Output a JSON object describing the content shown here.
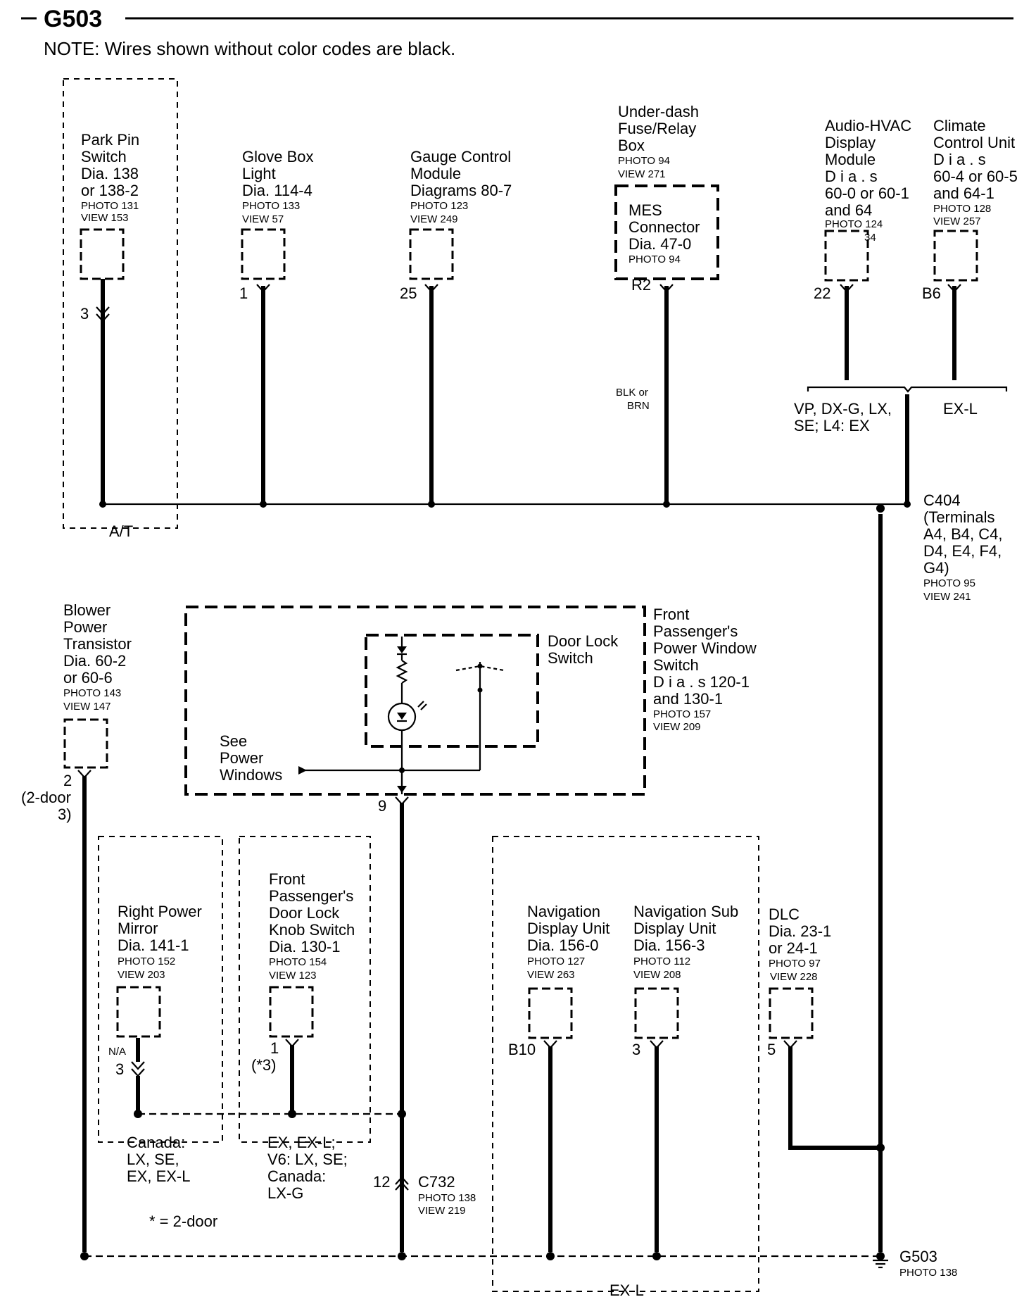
{
  "title": "G503",
  "note": "NOTE: Wires shown without color codes are black.",
  "components": {
    "park_pin_switch": {
      "lines": [
        "Park Pin",
        "Switch",
        "Dia. 138",
        "or 138-2"
      ],
      "small": [
        "PHOTO 131",
        "VIEW 153"
      ],
      "pin": "3",
      "group": "A/T"
    },
    "glove_box_light": {
      "lines": [
        "Glove Box",
        "Light",
        "Dia. 114-4"
      ],
      "small": [
        "PHOTO 133",
        "VIEW 57"
      ],
      "pin": "1"
    },
    "gauge_control_module": {
      "lines": [
        "Gauge Control",
        "Module",
        "Diagrams  80-7"
      ],
      "small": [
        "PHOTO 123",
        "VIEW 249"
      ],
      "pin": "25"
    },
    "under_dash_fuse_box": {
      "lines": [
        "Under-dash",
        "Fuse/Relay",
        "Box"
      ],
      "small": [
        "PHOTO 94",
        "VIEW 271"
      ]
    },
    "mes_connector": {
      "lines": [
        "MES",
        "Connector",
        "Dia. 47-0"
      ],
      "small": [
        "PHOTO 94"
      ],
      "pin": "R2",
      "wire_color": [
        "BLK or",
        "BRN"
      ]
    },
    "audio_hvac_display_module": {
      "lines": [
        "Audio-HVAC",
        "Display",
        "Module",
        "D i a .   s",
        "60-0 or 60-1",
        "and 64"
      ],
      "small": [
        "PHOTO 124"
      ],
      "extra": "34",
      "pin": "22"
    },
    "climate_control_unit": {
      "lines": [
        "Climate",
        "Control Unit",
        "D i a .   s",
        "60-4 or 60-5",
        "and 64-1"
      ],
      "small": [
        "PHOTO 128",
        "VIEW 257"
      ],
      "pin": "B6"
    },
    "c404": {
      "lines": [
        "C404",
        "(Terminals",
        "A4, B4, C4,",
        "D4, E4, F4,",
        "G4)"
      ],
      "small": [
        "PHOTO 95",
        "VIEW 241"
      ],
      "left_label": [
        "VP, DX-G, LX,",
        "SE; L4: EX"
      ],
      "right_label": "EX-L"
    },
    "blower_power_transistor": {
      "lines": [
        "Blower",
        "Power",
        "Transistor",
        "Dia. 60-2",
        "or 60-6"
      ],
      "small": [
        "PHOTO 143",
        "VIEW 147"
      ],
      "pin": "2",
      "alt_pin": [
        "(2-door",
        "3)"
      ]
    },
    "front_pass_power_window_switch": {
      "lines": [
        "Front",
        "Passenger's",
        "Power Window",
        "Switch",
        "D i a .   s 120-1",
        "and 130-1"
      ],
      "small": [
        "PHOTO 157",
        "VIEW 209"
      ],
      "pin": "9",
      "see": [
        "See",
        "Power",
        "Windows"
      ]
    },
    "door_lock_switch": {
      "lines": [
        "Door Lock",
        "Switch"
      ]
    },
    "right_power_mirror": {
      "lines": [
        "Right Power",
        "Mirror",
        "Dia. 141-1"
      ],
      "small": [
        "PHOTO 152",
        "VIEW 203"
      ],
      "pin_note": "N/A",
      "pin": "3",
      "group": [
        "Canada:",
        "LX, SE,",
        "EX, EX-L"
      ]
    },
    "door_lock_knob_switch": {
      "lines": [
        "Front",
        "Passenger's",
        "Door Lock",
        "Knob Switch",
        "Dia. 130-1"
      ],
      "small": [
        "PHOTO 154",
        "VIEW 123"
      ],
      "pin": "1",
      "pin_note": "(*3)",
      "group": [
        "EX, EX-L;",
        "V6: LX, SE;",
        "Canada:",
        "LX-G"
      ]
    },
    "c732": {
      "name": "C732",
      "small": [
        "PHOTO 138",
        "VIEW 219"
      ],
      "pin": "12"
    },
    "navigation_display_unit": {
      "lines": [
        "Navigation",
        "Display Unit",
        "Dia. 156-0"
      ],
      "small": [
        "PHOTO 127",
        "VIEW 263"
      ],
      "pin": "B10"
    },
    "navigation_sub_display_unit": {
      "lines": [
        "Navigation Sub",
        "Display Unit",
        "Dia. 156-3"
      ],
      "small": [
        "PHOTO 112",
        "VIEW 208"
      ],
      "pin": "3"
    },
    "dlc": {
      "lines": [
        "DLC",
        "Dia. 23-1",
        "or 24-1"
      ],
      "small": [
        "PHOTO 97",
        "VIEW 228"
      ],
      "pin": "5"
    },
    "navigation_group": "EX-L",
    "g503": {
      "name": "G503",
      "small": "PHOTO 138"
    },
    "footnote": "* = 2-door"
  }
}
